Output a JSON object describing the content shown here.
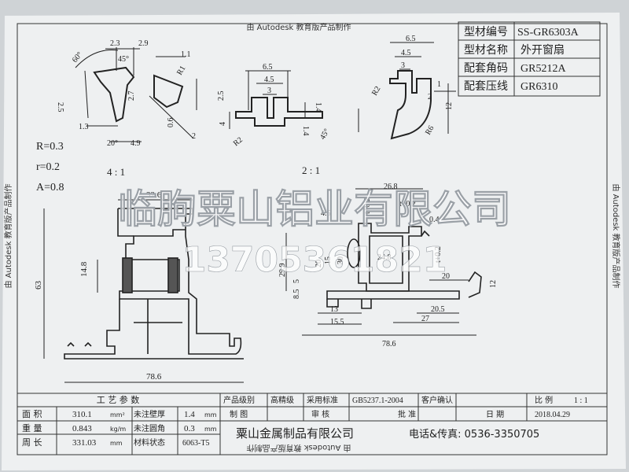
{
  "header_watermark": "由 Autodesk 教育版产品制作",
  "side_watermark_left": "由 Autodesk 教育版产品制作",
  "side_watermark_right": "由 Autodesk 教育版产品制作",
  "bottom_watermark": "由 Autodesk 教育版产品制作",
  "info_table": {
    "rows": [
      {
        "label": "型材编号",
        "value": "SS-GR6303A"
      },
      {
        "label": "型材名称",
        "value": "外开窗扇"
      },
      {
        "label": "配套角码",
        "value": "GR5212A"
      },
      {
        "label": "配套压线",
        "value": "GR6310"
      }
    ]
  },
  "notes": {
    "R": "R=0.3",
    "r": "r=0.2",
    "A": "A=0.8"
  },
  "scales": {
    "left": "4 : 1",
    "right": "2 : 1"
  },
  "company_watermark": "临朐粟山铝业有限公司",
  "phone_watermark": "13705361821",
  "dimensions": {
    "d_2_3": "2.3",
    "d_2_9": "2.9",
    "d_60": "60°",
    "d_45": "45°",
    "d_2_5a": "2.5",
    "d_1_3": "1.3",
    "d_20deg": "20°",
    "d_4_9": "4.9",
    "d_2_7": "2.7",
    "d_1_1": "1.1",
    "d_r1": "R1",
    "d_2_5b": "2.5",
    "d_0_6": "0.6",
    "d_2": "2",
    "d_6_5a": "6.5",
    "d_4_5a": "4.5",
    "d_3a": "3",
    "d_1_4a": "1.4",
    "d_1_4b": "1.4",
    "d_4": "4",
    "d_r2a": "R2",
    "d_45b": "45°",
    "d_6_5b": "6.5",
    "d_4_5b": "4.5",
    "d_3b": "3",
    "d_1": "1",
    "d_2b": "2",
    "d_r2b": "R2",
    "d_r6": "R6",
    "d_12a": "12",
    "d_32_6": "32.6",
    "d_14_8": "14.8",
    "d_63": "63",
    "d_78_6a": "78.6",
    "d_26_8": "26.8",
    "d_t02a": "t+0.2",
    "d_t02b": "t+0.2",
    "d_4_5c": "4.5",
    "d_0_4": "0.4",
    "d_29_9": "29.9",
    "d_20a": "20",
    "d_15": "15",
    "d_30": "30",
    "d_24_8": "24.8",
    "d_t02c": "t+0.2",
    "d_20b": "20",
    "d_12b": "12",
    "d_8_5": "8.5",
    "d_5": "5",
    "d_13": "13",
    "d_15_5": "15.5",
    "d_20_5": "20.5",
    "d_27": "27",
    "d_78_6b": "78.6"
  },
  "bottom_table": {
    "process_params": "工  艺  参  数",
    "area_label": "面  积",
    "area_value": "310.1",
    "area_unit": "mm²",
    "wall_label": "未注壁厚",
    "wall_value": "1.4",
    "wall_unit": "mm",
    "weight_label": "重  量",
    "weight_value": "0.843",
    "weight_unit": "kg/m",
    "radius_label": "未注圆角",
    "radius_value": "0.3",
    "radius_unit": "mm",
    "perimeter_label": "周  长",
    "perimeter_value": "331.03",
    "perimeter_unit": "mm",
    "material_label": "材料状态",
    "material_value": "6063-T5",
    "grade_label": "产品级别",
    "grade_value": "高精级",
    "standard_label": "采用标准",
    "standard_value": "GB5237.1-2004",
    "customer_label": "客户确认",
    "ratio_label": "比 例",
    "ratio_value": "1 : 1",
    "draw_label": "制  图",
    "review_label": "审  核",
    "approve_label": "批  准",
    "date_label": "日  期",
    "date_value": "2018.04.29",
    "company": "粟山金属制品有限公司",
    "phone": "电话&传真: 0536-3350705"
  },
  "colors": {
    "paper": "#eef0f1",
    "ink": "#2a2d33",
    "backdrop": "#cfd3d6"
  }
}
